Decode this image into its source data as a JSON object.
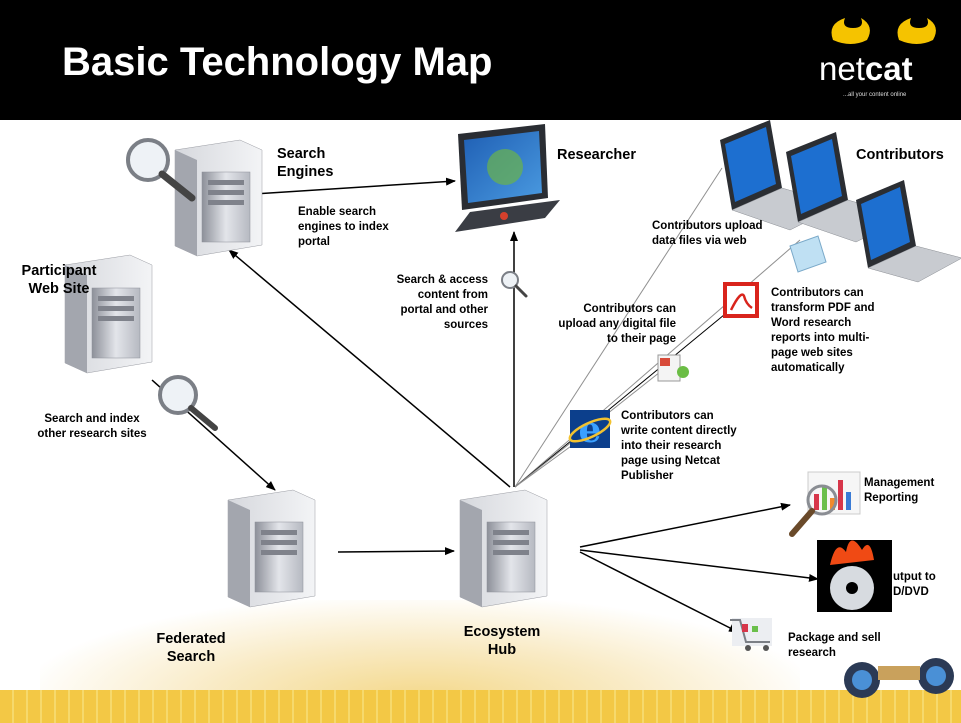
{
  "slide": {
    "title": "Basic Technology Map",
    "logo": {
      "word_light": "net",
      "word_bold": "cat",
      "tagline": "...all your content online"
    }
  },
  "nodes": {
    "search_engines": "Search\nEngines",
    "researcher": "Researcher",
    "contributors": "Contributors",
    "participant_web_site": "Participant\nWeb Site",
    "federated_search": "Federated\nSearch",
    "ecosystem_hub": "Ecosystem\nHub",
    "management_reporting": "Management\nReporting",
    "output_cd_dvd": "utput to\nD/DVD",
    "package_sell": "Package and sell\nresearch"
  },
  "annotations": {
    "enable_search": "Enable search\nengines to index\nportal",
    "search_access": "Search & access\ncontent from\nportal and other\nsources",
    "upload_data": "Contributors upload\ndata files via web",
    "upload_any": "Contributors can\nupload any digital file\nto their page",
    "transform_pdf": "Contributors can\ntransform PDF and\nWord research\nreports into multi-\npage web sites\nautomatically",
    "write_content": "Contributors can\nwrite content directly\ninto their research\npage using Netcat\nPublisher",
    "search_index": "Search and index\nother research sites"
  },
  "colors": {
    "header": "#000000",
    "accent": "#f3c845",
    "arrow": "#000000",
    "server": "#c9cbd1"
  }
}
